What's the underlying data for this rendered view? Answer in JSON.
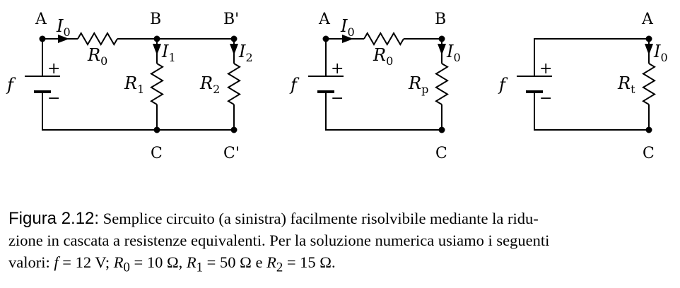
{
  "circuits": [
    {
      "name": "original",
      "nodes": [
        "A",
        "B",
        "B'",
        "C",
        "C'"
      ],
      "source": {
        "symbol": "f",
        "plus": "+",
        "minus": "−"
      },
      "currents": [
        {
          "symbol": "I",
          "sub": "0"
        },
        {
          "symbol": "I",
          "sub": "1"
        },
        {
          "symbol": "I",
          "sub": "2"
        }
      ],
      "resistors": [
        {
          "symbol": "R",
          "sub": "0"
        },
        {
          "symbol": "R",
          "sub": "1"
        },
        {
          "symbol": "R",
          "sub": "2"
        }
      ]
    },
    {
      "name": "parallel-reduced",
      "nodes": [
        "A",
        "B",
        "C"
      ],
      "source": {
        "symbol": "f",
        "plus": "+",
        "minus": "−"
      },
      "currents": [
        {
          "symbol": "I",
          "sub": "0"
        },
        {
          "symbol": "I",
          "sub": "0"
        }
      ],
      "resistors": [
        {
          "symbol": "R",
          "sub": "0"
        },
        {
          "symbol": "R",
          "sub": "p"
        }
      ]
    },
    {
      "name": "total-reduced",
      "nodes": [
        "A",
        "C"
      ],
      "source": {
        "symbol": "f",
        "plus": "+",
        "minus": "−"
      },
      "currents": [
        {
          "symbol": "I",
          "sub": "0"
        }
      ],
      "resistors": [
        {
          "symbol": "R",
          "sub": "t"
        }
      ]
    }
  ],
  "caption": {
    "label": "Figura 2.12:",
    "line1": "Semplice circuito (a sinistra) facilmente risolvibile mediante la ridu-",
    "line2": "zione in cascata a resistenze equivalenti. Per la soluzione numerica usiamo i seguenti",
    "values_prefix": "valori:",
    "f_symbol": "f",
    "f_value": "= 12 V;",
    "r0_symbol": "R",
    "r0_sub": "0",
    "r0_value": "= 10 Ω,",
    "r1_symbol": "R",
    "r1_sub": "1",
    "r1_value": "= 50 Ω e",
    "r2_symbol": "R",
    "r2_sub": "2",
    "r2_value": "= 15 Ω."
  }
}
